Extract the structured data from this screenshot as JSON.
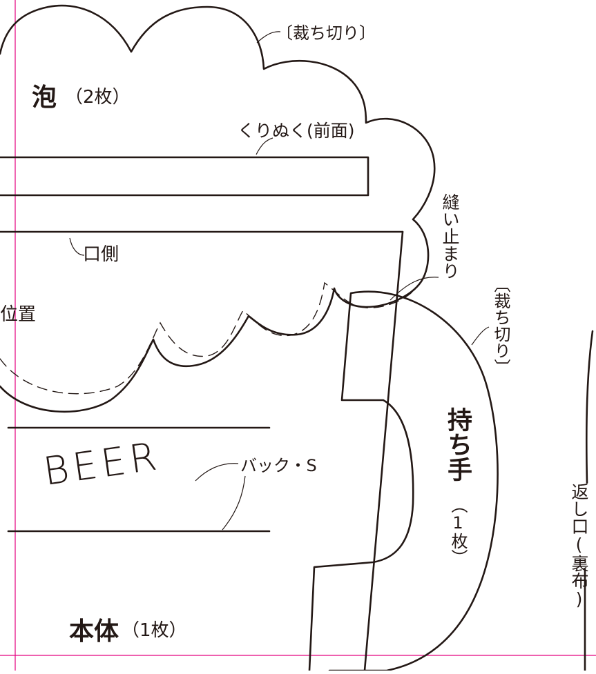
{
  "colors": {
    "stroke": "#231815",
    "guide": "#e4007f",
    "paper": "#ffffff"
  },
  "foam": {
    "title": "泡",
    "count": "（2枚）",
    "cut_note": "〔裁ち切り〕",
    "cutout_note": "くりぬく(前面)"
  },
  "body": {
    "title": "本体",
    "count": "（1枚）",
    "mouth_label": "口側",
    "position_label": "位置",
    "stop_stitch_note": "縫い止まり",
    "beer_text": "BEER",
    "back_stitch_note": "バック・S"
  },
  "handle": {
    "title": "持ち手",
    "count": "（1枚）",
    "cut_note": "〔裁ち切り〕"
  },
  "return_opening": {
    "label": "返し口(裏布)"
  }
}
